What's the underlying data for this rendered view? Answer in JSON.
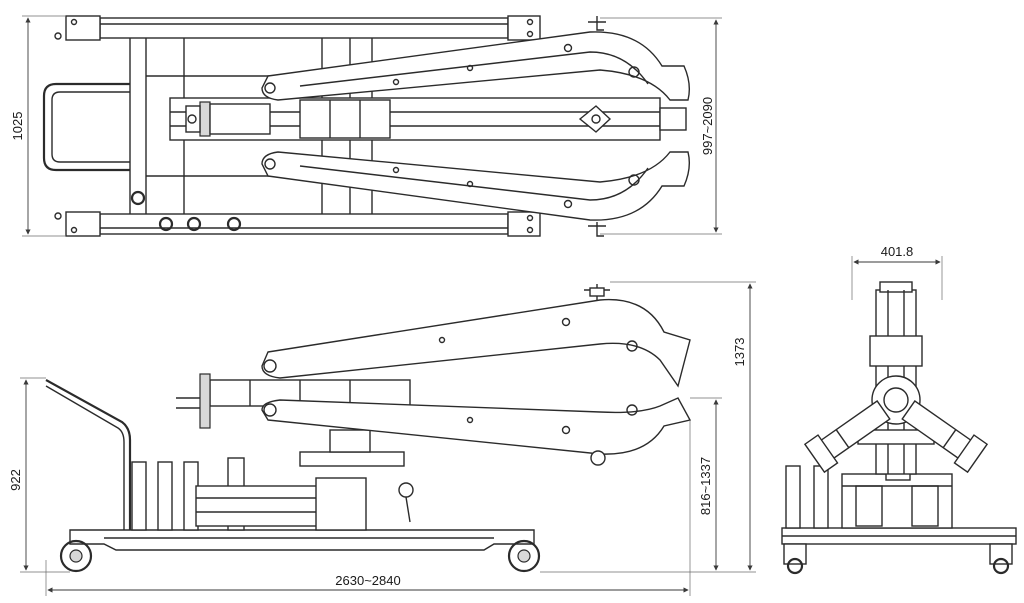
{
  "dimensions": {
    "top_width_label": "1025",
    "top_arm_span_label": "997~2090",
    "front_width_label": "401.8",
    "side_total_height_label": "1373",
    "side_handle_height_label": "922",
    "side_clamp_height_label": "816~1337",
    "side_length_label": "2630~2840"
  }
}
